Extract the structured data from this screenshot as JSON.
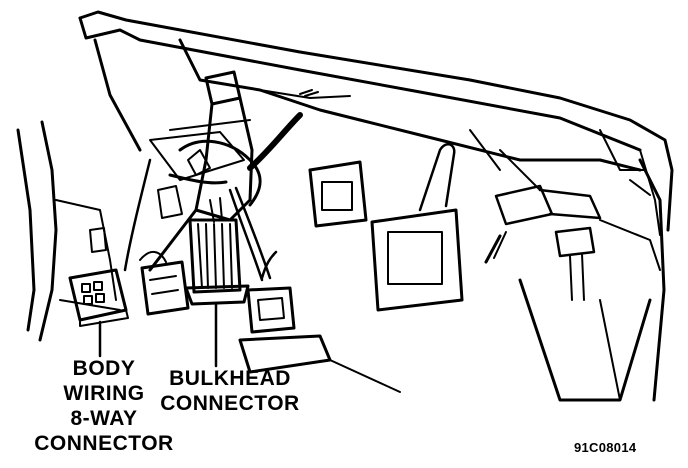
{
  "labels": {
    "body_connector": {
      "line1": "BODY",
      "line2": "WIRING",
      "line3": "8-WAY",
      "line4": "CONNECTOR"
    },
    "bulkhead_connector": {
      "line1": "BULKHEAD",
      "line2": "CONNECTOR"
    }
  },
  "figure_code": "91C08014",
  "colors": {
    "ink": "#000000",
    "paper": "#ffffff"
  }
}
